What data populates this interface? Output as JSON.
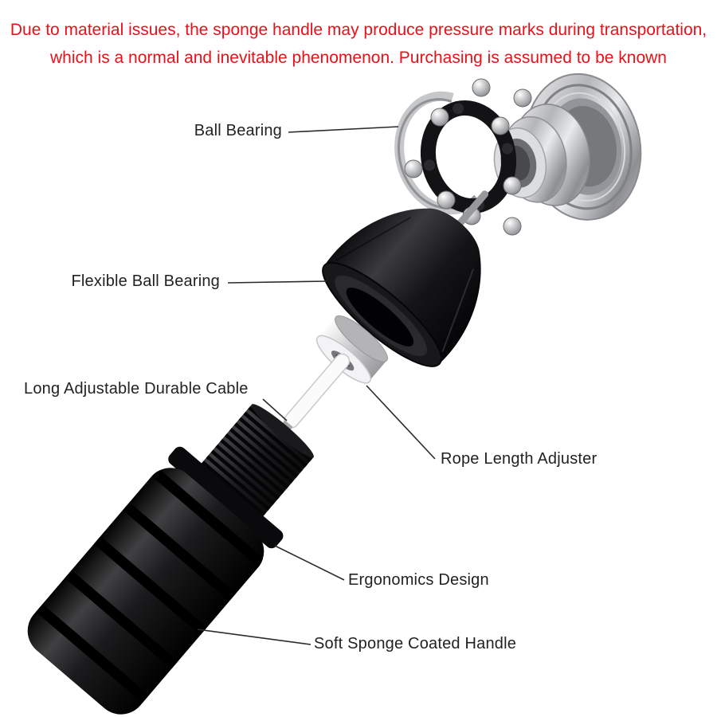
{
  "colors": {
    "warning_red": "#e8111a",
    "label_text": "#222222",
    "leader_line": "#2b2b2b",
    "handle_black": "#121214",
    "metal_silver": "#c9cacc",
    "background": "#ffffff"
  },
  "warning": {
    "line1": "Due to material issues, the sponge handle may produce pressure marks during transportation,",
    "line2": "which is a normal and inevitable phenomenon. Purchasing is assumed to be known"
  },
  "diagram": {
    "labels": {
      "ball_bearing": "Ball Bearing",
      "flexible_ball_bearing": "Flexible Ball Bearing",
      "long_adjustable_durable_cable": "Long Adjustable Durable Cable",
      "rope_length_adjuster": "Rope Length Adjuster",
      "ergonomics_design": "Ergonomics Design",
      "soft_sponge_coated_handle": "Soft Sponge Coated Handle"
    },
    "parts": [
      "ball-bearing-assembly",
      "flexible-ball-bearing-cap",
      "rope-length-adjuster-washer",
      "adjustable-cable",
      "threaded-neck",
      "sponge-handle-body"
    ]
  }
}
